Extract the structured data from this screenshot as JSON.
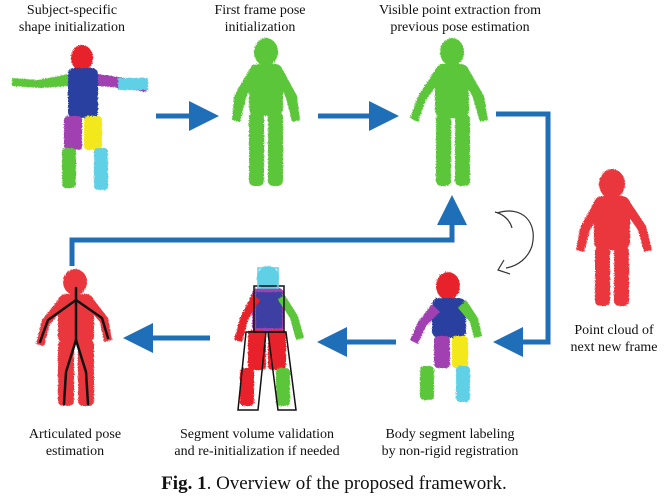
{
  "stages": {
    "subject_shape": [
      "Subject-specific",
      "shape initialization"
    ],
    "first_frame": [
      "First frame pose",
      "initialization"
    ],
    "visible_points": [
      "Visible point extraction from",
      "previous pose estimation"
    ],
    "point_cloud": [
      "Point cloud of",
      "next new frame"
    ],
    "segment_labeling": [
      "Body segment labeling",
      "by non-rigid registration"
    ],
    "volume_validation": [
      "Segment volume validation",
      "and re-initialization if needed"
    ],
    "articulated_pose": [
      "Articulated pose",
      "estimation"
    ]
  },
  "caption": {
    "fig": "Fig. 1",
    "text": ". Overview of the proposed framework."
  },
  "colors": {
    "arrow": "#1f6fb8",
    "green": "#5cc63a",
    "red": "#e8232a",
    "blue": "#2b3fa0",
    "yellow": "#f2e81e",
    "purple": "#a13fb0",
    "cyan": "#5fd0e6",
    "darkgreen": "#3a8f2a"
  },
  "icons": {
    "cycle": "rotate-arrow-icon"
  }
}
